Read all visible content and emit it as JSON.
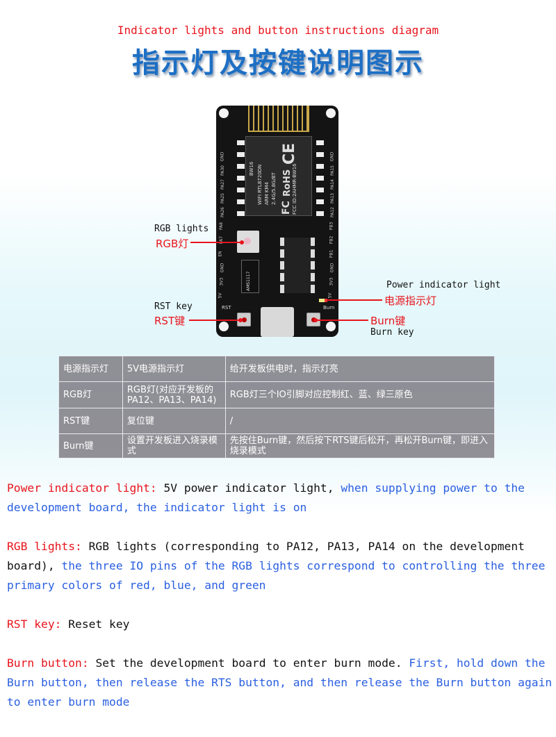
{
  "title_en": "Indicator lights and button instructions diagram",
  "title_zh": "指示灯及按键说明图示",
  "board": {
    "module_lines": [
      "BW16",
      "WIFI RTL8720DN",
      "ARM KM4",
      "2.4G/5.8G/BT"
    ],
    "module_fcc": "FCC ID:2AHMR-BW16",
    "ce": "CE",
    "rohs": "RoHS",
    "fc": "FC",
    "regulator": "AMS1117",
    "left_pins": [
      "GND",
      "PA30",
      "PA27",
      "PA25",
      "PA26",
      "PA8",
      "PA7",
      "EN",
      "GND",
      "3V3",
      "5V"
    ],
    "right_pins": [
      "GND",
      "PA15",
      "PA14",
      "PA13",
      "PA12",
      "PB3",
      "PB2",
      "PB1",
      "GND",
      "3V3",
      "5V"
    ],
    "rst_silk": "RST",
    "burn_silk": "Burn"
  },
  "callouts": {
    "rgb_en": "RGB lights",
    "rgb_zh": "RGB灯",
    "rst_en": "RST key",
    "rst_zh": "RST键",
    "power_en": "Power indicator light",
    "power_zh": "电源指示灯",
    "burn_zh": "Burn键",
    "burn_en": "Burn key"
  },
  "table": [
    [
      "电源指示灯",
      "5V电源指示灯",
      "给开发板供电时，指示灯亮"
    ],
    [
      "RGB灯",
      "RGB灯(对应开发板的PA12、PA13、PA14)",
      "RGB灯三个IO引脚对应控制红、蓝、绿三原色"
    ],
    [
      "RST键",
      "复位键",
      "/"
    ],
    [
      "Burn键",
      "设置开发板进入烧录模式",
      "先按住Burn键，然后按下RTS键后松开，再松开Burn键，即进入烧录模式"
    ]
  ],
  "descriptions": [
    {
      "label": "Power indicator light:",
      "text": " 5V power indicator light,",
      "blue": " when supplying power to the development board, the indicator light is on"
    },
    {
      "label": "RGB lights:",
      "text": " RGB lights (corresponding to PA12, PA13, PA14 on the development board),",
      "blue": " the three IO pins of the RGB lights correspond to controlling the three primary colors of red, blue, and green"
    },
    {
      "label": "RST key:",
      "text": " Reset key",
      "blue": ""
    },
    {
      "label": "Burn button:",
      "text": " Set the development board to enter burn mode.",
      "blue": " First, hold down the Burn button, then release the RTS button, and then release the Burn button again to enter burn mode"
    }
  ]
}
